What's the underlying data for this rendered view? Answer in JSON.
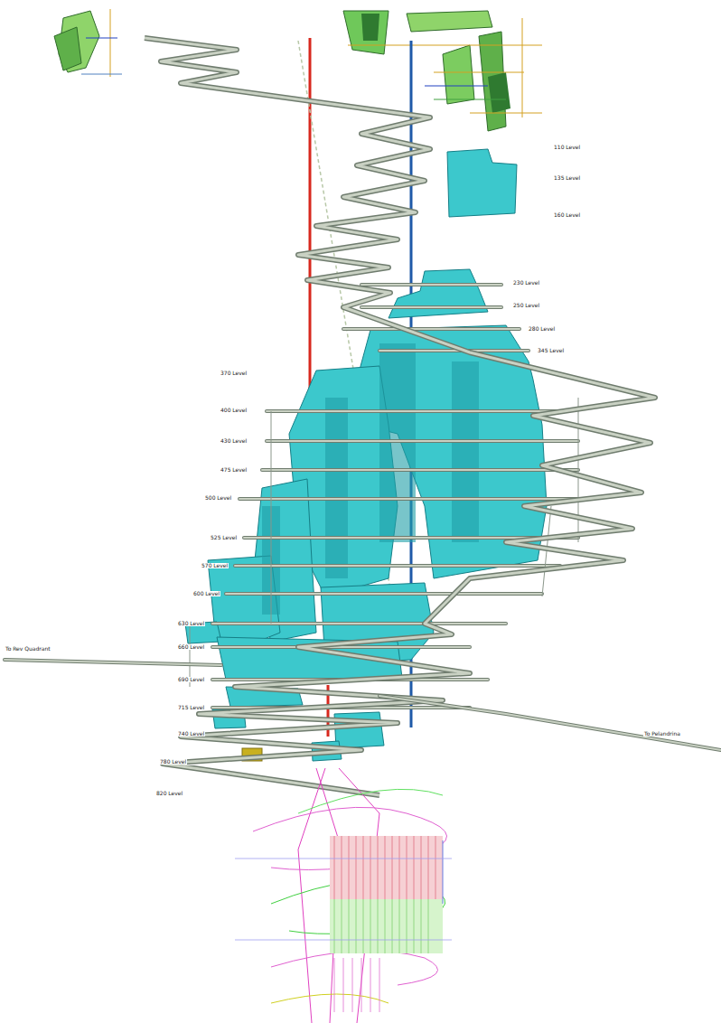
{
  "diagram": {
    "labels": [
      "110 Level",
      "135 Level",
      "160 Level",
      "230 Level",
      "250 Level",
      "280 Level",
      "345 Level",
      "370 Level",
      "400 Level",
      "430 Level",
      "475 Level",
      "500 Level",
      "525 Level",
      "570 Level",
      "600 Level",
      "630 Level",
      "660 Level",
      "690 Level",
      "715 Level",
      "740 Level",
      "780 Level",
      "820 Level",
      "To Rev Quadrant",
      "To Pelandrina"
    ]
  }
}
